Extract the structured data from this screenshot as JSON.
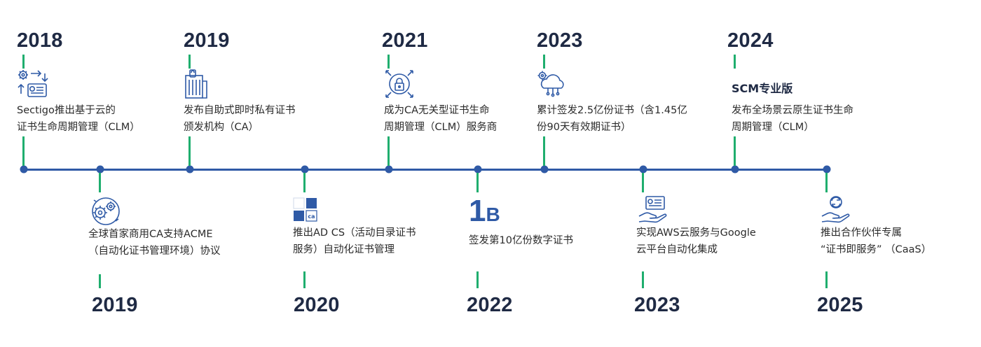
{
  "colors": {
    "axis": "#2f5aa6",
    "tick": "#1fae6e",
    "year": "#1f2a44",
    "icon": "#2f5aa6"
  },
  "top_events": [
    {
      "year": "2018",
      "lines": [
        "Sectigo推出基于云的",
        "证书生命周期管理（CLM）"
      ],
      "icon": "gear-swap-icon"
    },
    {
      "year": "2019",
      "lines": [
        "发布自助式即时私有证书",
        "颁发机构（CA）"
      ],
      "icon": "building-icon"
    },
    {
      "year": "2021",
      "lines": [
        "成为CA无关型证书生命",
        "周期管理（CLM）服务商"
      ],
      "icon": "lock-network-icon"
    },
    {
      "year": "2023",
      "lines": [
        "累计签发2.5亿份证书（含1.45亿",
        "份90天有效期证书）"
      ],
      "icon": "cloud-gear-icon"
    },
    {
      "year": "2024",
      "heading": "SCM专业版",
      "lines": [
        "发布全场景云原生证书生命",
        "周期管理（CLM）"
      ]
    }
  ],
  "bottom_events": [
    {
      "year": "2019",
      "lines": [
        "全球首家商用CA支持ACME",
        "（自动化证书管理环境）协议"
      ],
      "icon": "gears-icon"
    },
    {
      "year": "2020",
      "lines": [
        "推出AD CS（活动目录证书",
        "服务）自动化证书管理"
      ],
      "icon": "ca-grid-icon",
      "icon_label": "ca"
    },
    {
      "year": "2022",
      "lines": [
        "签发第10亿份数字证书"
      ],
      "big_one": "1",
      "big_b": "B"
    },
    {
      "year": "2023",
      "lines": [
        "实现AWS云服务与Google",
        "云平台自动化集成"
      ],
      "icon": "hand-certificate-icon"
    },
    {
      "year": "2025",
      "lines": [
        "推出合作伙伴专属",
        "“证书即服务” （CaaS）"
      ],
      "icon": "hand-refresh-icon"
    }
  ]
}
